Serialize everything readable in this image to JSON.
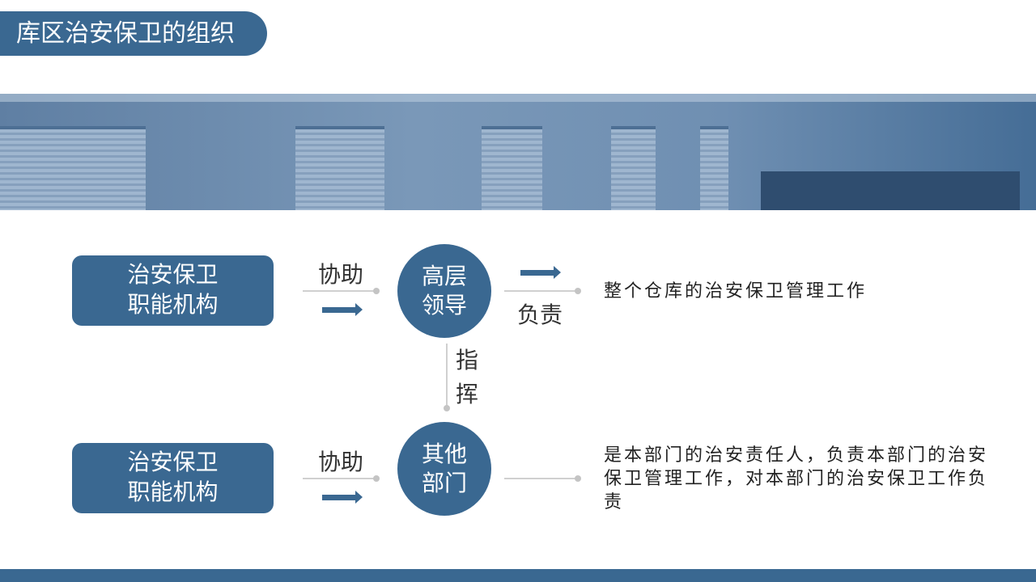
{
  "title": "库区治安保卫的组织",
  "rows": [
    {
      "box_line1": "治安保卫",
      "box_line2": "职能机构",
      "assist": "协助",
      "circle_line1": "高层",
      "circle_line2": "领导",
      "responsible": "负责",
      "description": "整个仓库的治安保卫管理工作"
    },
    {
      "box_line1": "治安保卫",
      "box_line2": "职能机构",
      "assist": "协助",
      "circle_line1": "其他",
      "circle_line2": "部门",
      "description": "是本部门的治安责任人，负责本部门的治安保卫管理工作，对本部门的治安保卫工作负责"
    }
  ],
  "command_line1": "指",
  "command_line2": "挥",
  "colors": {
    "accent": "#3a6891"
  }
}
